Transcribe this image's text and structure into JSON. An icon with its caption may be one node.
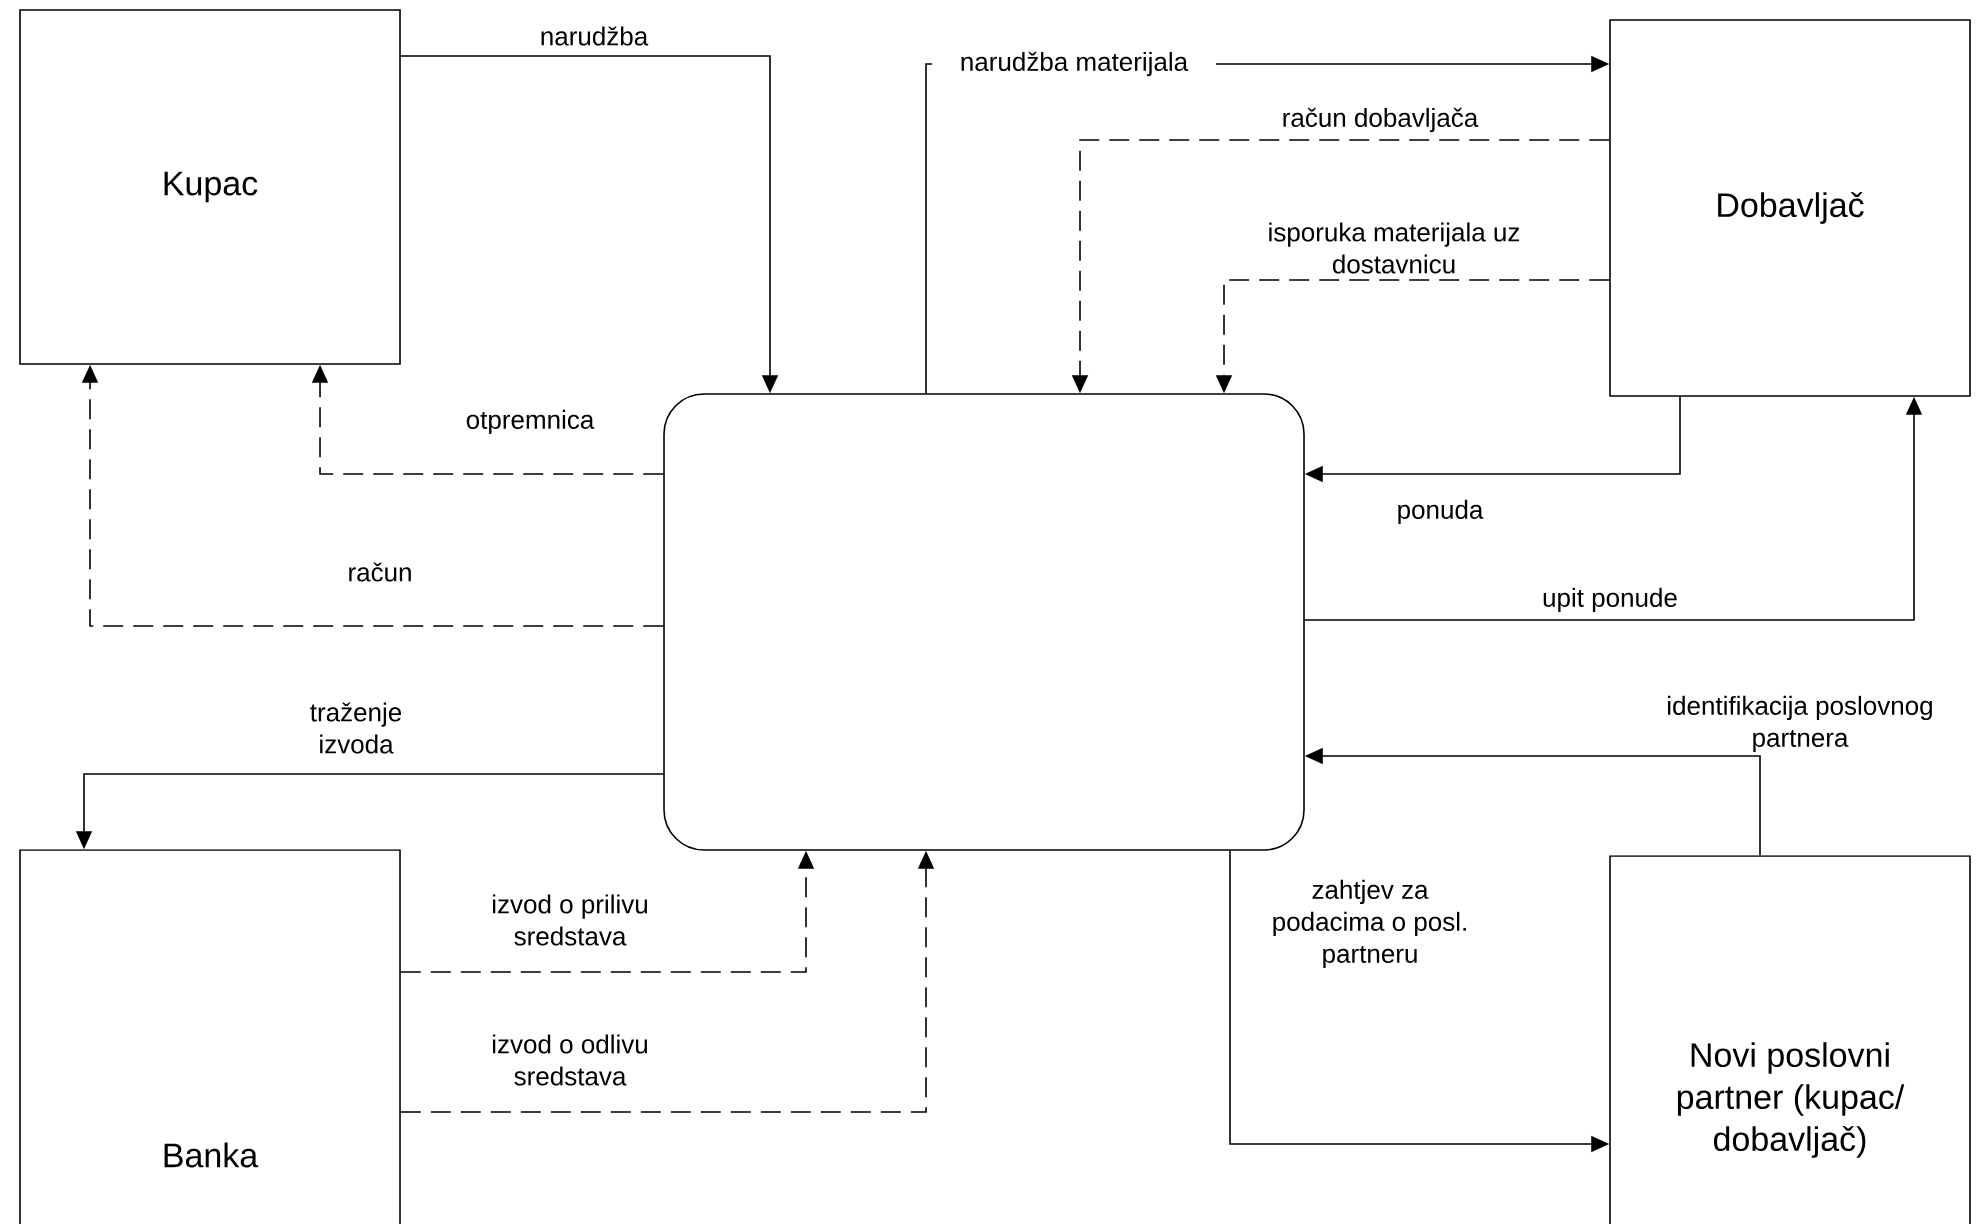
{
  "diagram": {
    "nodes": [
      {
        "text": [
          "Kupac"
        ]
      },
      {
        "text": [],
        "shape": "box"
      },
      {
        "text": [
          "Dobavljač"
        ]
      },
      {
        "text": [
          "Banka"
        ]
      },
      {
        "text": [
          "Novi poslovni partner (kupac/ dobavljač)"
        ]
      }
    ],
    "edges": [
      {
        "from": 0,
        "to": 1,
        "arrow": "to",
        "label": "narudžba"
      },
      {
        "from": 1,
        "to": 0,
        "arrow": "to",
        "label": "otpremnica",
        "style": "dashed"
      },
      {
        "from": 1,
        "to": 0,
        "arrow": "to",
        "label": "račun",
        "style": "dashed"
      },
      {
        "from": 1,
        "to": 2,
        "arrow": "to",
        "label": "narudžba materijala"
      },
      {
        "from": 2,
        "to": 1,
        "arrow": "to",
        "label": "račun dobavljača",
        "style": "dashed"
      },
      {
        "from": 2,
        "to": 1,
        "arrow": "to",
        "label": "isporuka materijala uz dostavnicu",
        "style": "dashed"
      },
      {
        "from": 2,
        "to": 1,
        "arrow": "to",
        "label": "ponuda"
      },
      {
        "from": 1,
        "to": 2,
        "arrow": "to",
        "label": "upit ponude"
      },
      {
        "from": 1,
        "to": 3,
        "arrow": "to",
        "label": "traženje izvoda"
      },
      {
        "from": 3,
        "to": 1,
        "arrow": "to",
        "label": "izvod o prilivu sredstava",
        "style": "dashed"
      },
      {
        "from": 3,
        "to": 1,
        "arrow": "to",
        "label": "izvod o odlivu sredstava",
        "style": "dashed"
      },
      {
        "from": 4,
        "to": 1,
        "arrow": "to",
        "label": "identifikacija poslovnog partnera"
      },
      {
        "from": 1,
        "to": 4,
        "arrow": "to",
        "label": "zahtjev za podacima o posl. partneru"
      }
    ]
  }
}
